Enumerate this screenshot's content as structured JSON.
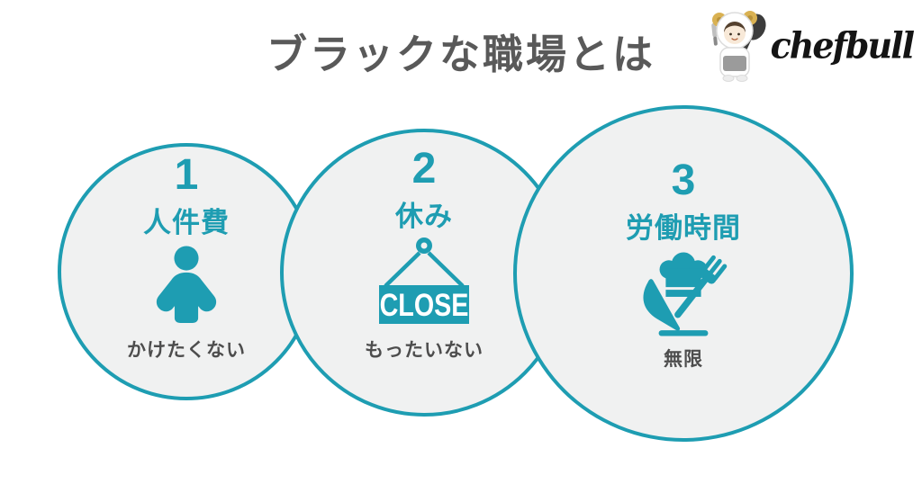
{
  "title": "ブラックな職場とは",
  "logo": {
    "brand": "chefbull"
  },
  "colors": {
    "teal": "#1E9DB2",
    "circle_fill": "#F0F1F1",
    "title_text": "#595959",
    "caption_text": "#4D4D4D",
    "sign_text_white": "#FFFFFF"
  },
  "circles": [
    {
      "number": "1",
      "label": "人件費",
      "icon": "person-icon",
      "caption": "かけたくない"
    },
    {
      "number": "2",
      "label": "休み",
      "icon": "close-sign-icon",
      "sign_text": "CLOSE",
      "caption": "もったいない"
    },
    {
      "number": "3",
      "label": "労働時間",
      "icon": "chef-hat-knife-fork-icon",
      "caption": "無限"
    }
  ]
}
